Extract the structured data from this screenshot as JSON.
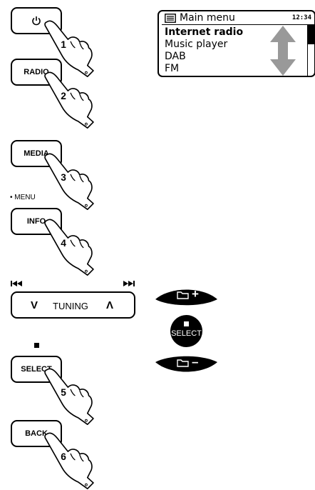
{
  "steps": [
    {
      "number": "1",
      "button_label": "",
      "icon": "power-icon"
    },
    {
      "number": "2",
      "button_label": "RADIO"
    },
    {
      "number": "3",
      "button_label": "MEDIA"
    },
    {
      "number": "4",
      "button_label": "INFO",
      "caption": "• MENU"
    },
    {
      "number": "5",
      "button_label": "SELECT",
      "icon": "stop-icon"
    },
    {
      "number": "6",
      "button_label": "BACK"
    }
  ],
  "tuning": {
    "label": "TUNING",
    "down_glyph": "V",
    "up_glyph": "Λ",
    "skip_back_icon": "skip-back-icon",
    "skip_forward_icon": "skip-forward-icon"
  },
  "controls": {
    "preset_up_label": "+",
    "select_label": "SELECT",
    "preset_down_label": "–",
    "preset_icon": "folder-icon"
  },
  "display": {
    "title": "Main menu",
    "time": "12:34",
    "menu_icon": "menu-list-icon",
    "items": [
      "Internet radio",
      "Music player",
      "DAB",
      "FM"
    ],
    "selected_index": 0
  },
  "colors": {
    "ink": "#000000",
    "paper": "#ffffff",
    "scroll_arrow": "#999999"
  }
}
